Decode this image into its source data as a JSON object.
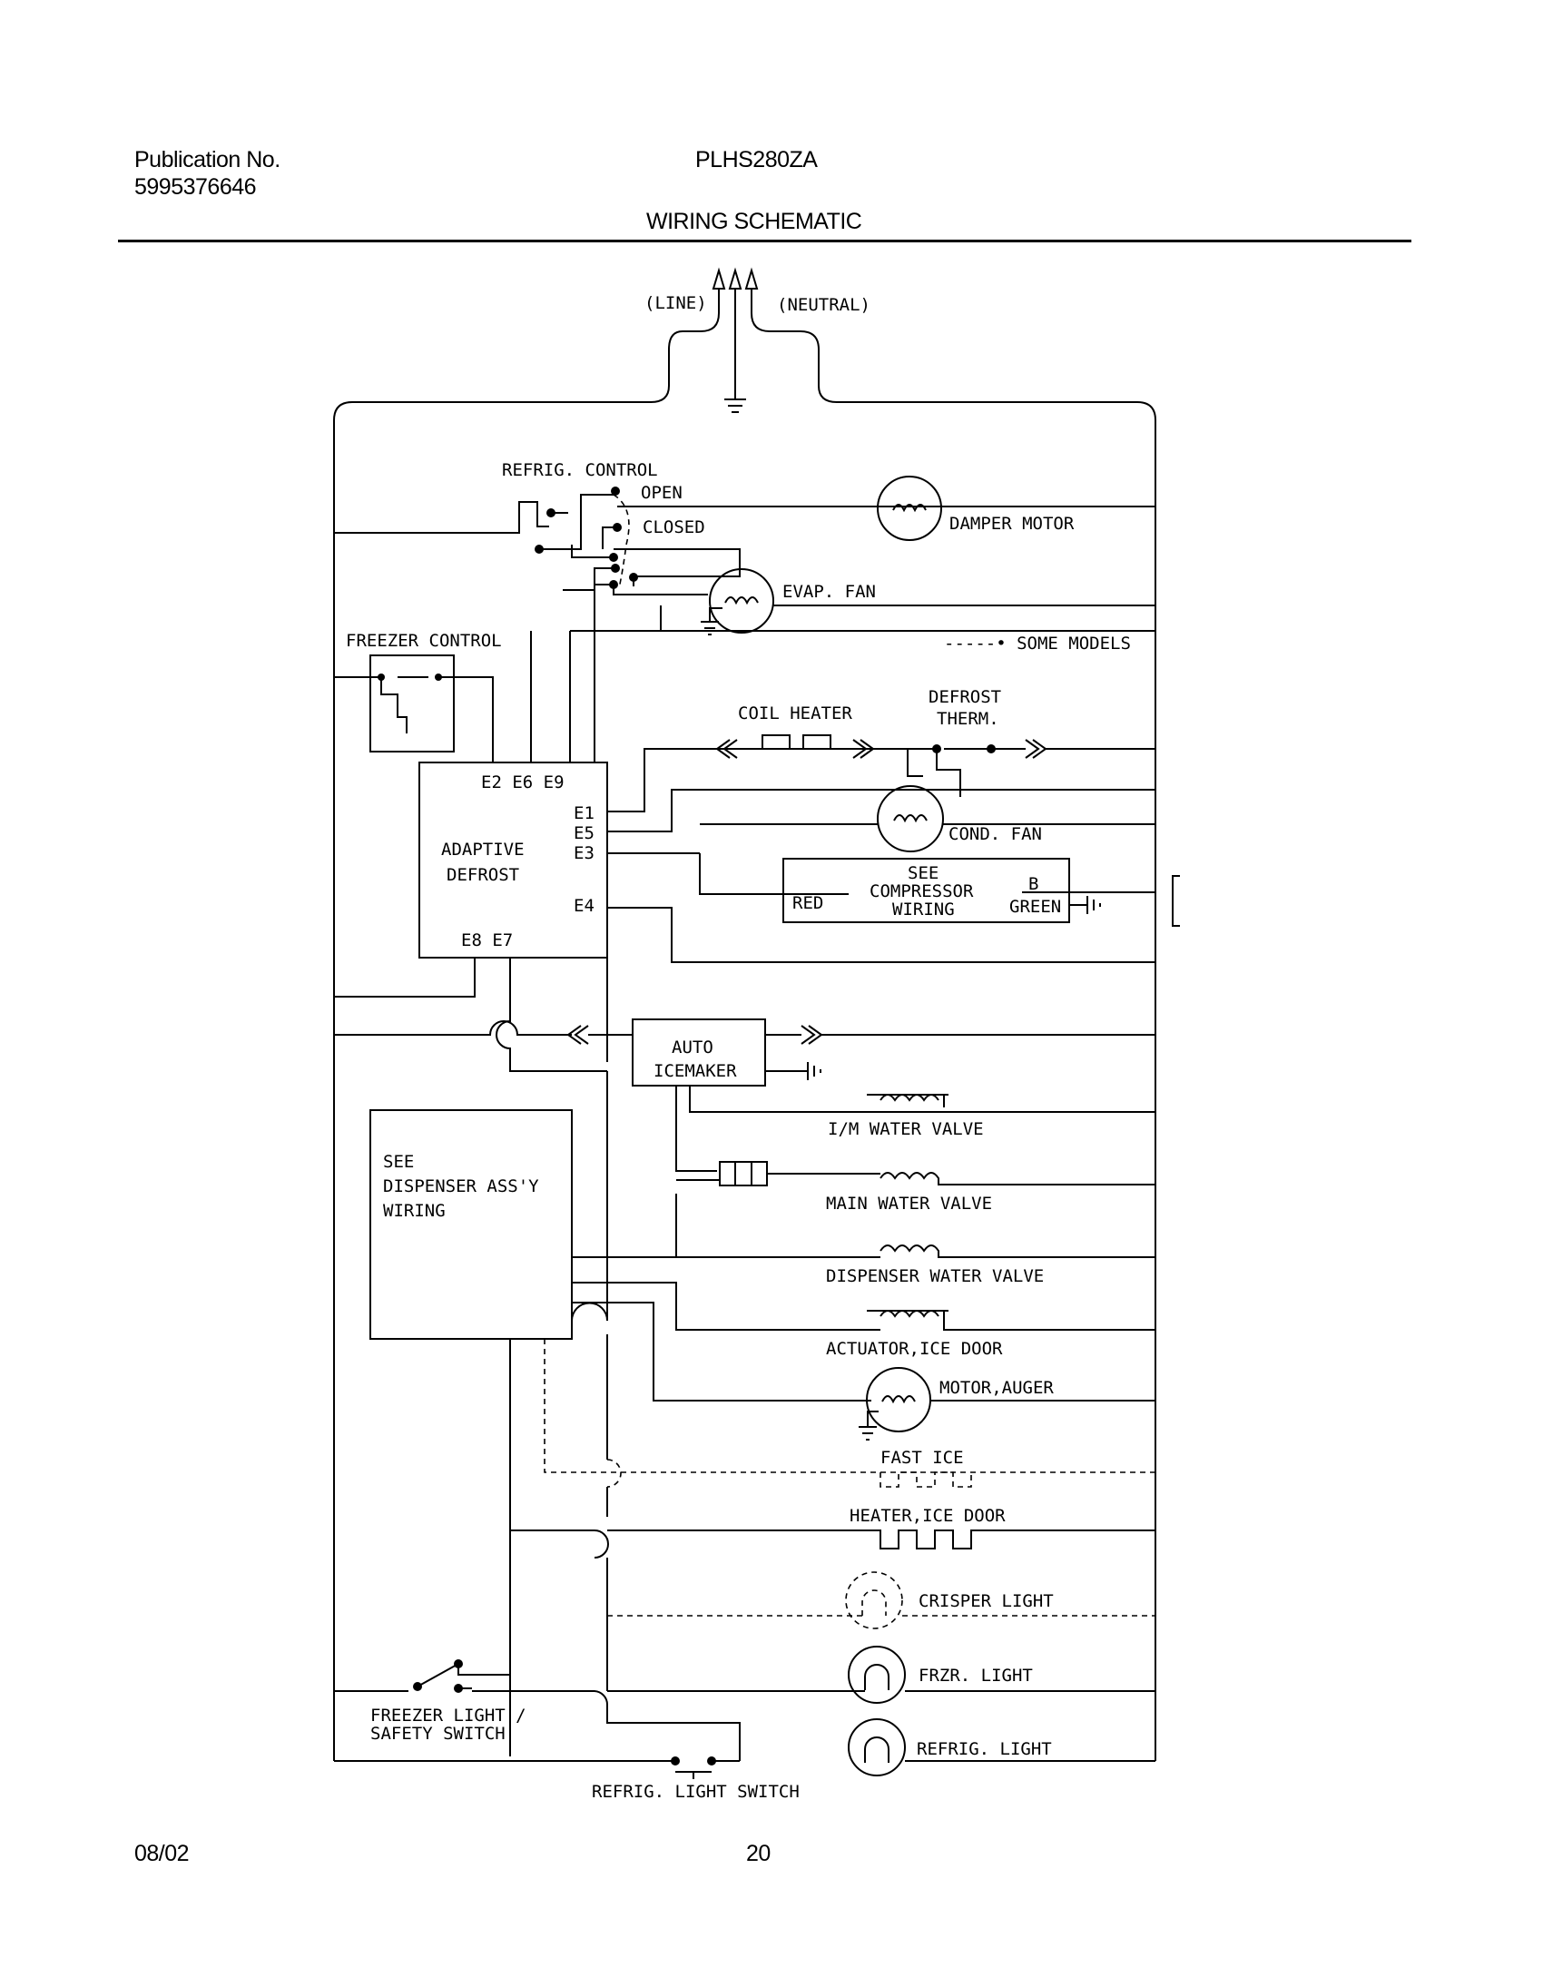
{
  "header": {
    "publication_label": "Publication No.",
    "publication_number": "5995376646",
    "model": "PLHS280ZA",
    "title": "WIRING SCHEMATIC"
  },
  "footer": {
    "date": "08/02",
    "page": "20"
  },
  "supply": {
    "line": "(LINE)",
    "neutral": "(NEUTRAL)"
  },
  "labels": {
    "refrig_control": "REFRIG. CONTROL",
    "open": "OPEN",
    "closed": "CLOSED",
    "damper_motor": "DAMPER MOTOR",
    "evap_fan": "EVAP. FAN",
    "freezer_control": "FREEZER CONTROL",
    "some_models": "SOME MODELS",
    "coil_heater": "COIL HEATER",
    "defrost_therm_1": "DEFROST",
    "defrost_therm_2": "THERM.",
    "e_top": "E2  E6  E9",
    "e1": "E1",
    "e5": "E5",
    "e3": "E3",
    "e4": "E4",
    "e_bottom": "E8  E7",
    "adaptive_1": "ADAPTIVE",
    "adaptive_2": "DEFROST",
    "cond_fan": "COND. FAN",
    "see_comp_1": "SEE",
    "see_comp_2": "COMPRESSOR",
    "see_comp_3": "WIRING",
    "red": "RED",
    "b": "B",
    "green": "GREEN",
    "auto": "AUTO",
    "icemaker": "ICEMAKER",
    "im_water_valve": "I/M WATER VALVE",
    "main_water_valve": "MAIN WATER VALVE",
    "dispenser_water_valve": "DISPENSER WATER VALVE",
    "actuator_ice_door": "ACTUATOR,ICE DOOR",
    "motor_auger": "MOTOR,AUGER",
    "fast_ice": "FAST ICE",
    "heater_ice_door": "HEATER,ICE DOOR",
    "crisper_light": "CRISPER LIGHT",
    "frzr_light": "FRZR. LIGHT",
    "refrig_light": "REFRIG. LIGHT",
    "see_disp_1": "SEE",
    "see_disp_2": "DISPENSER ASS'Y",
    "see_disp_3": "WIRING",
    "freezer_switch_1": "FREEZER LIGHT /",
    "freezer_switch_2": "SAFETY SWITCH",
    "refrig_light_switch": "REFRIG. LIGHT SWITCH"
  }
}
